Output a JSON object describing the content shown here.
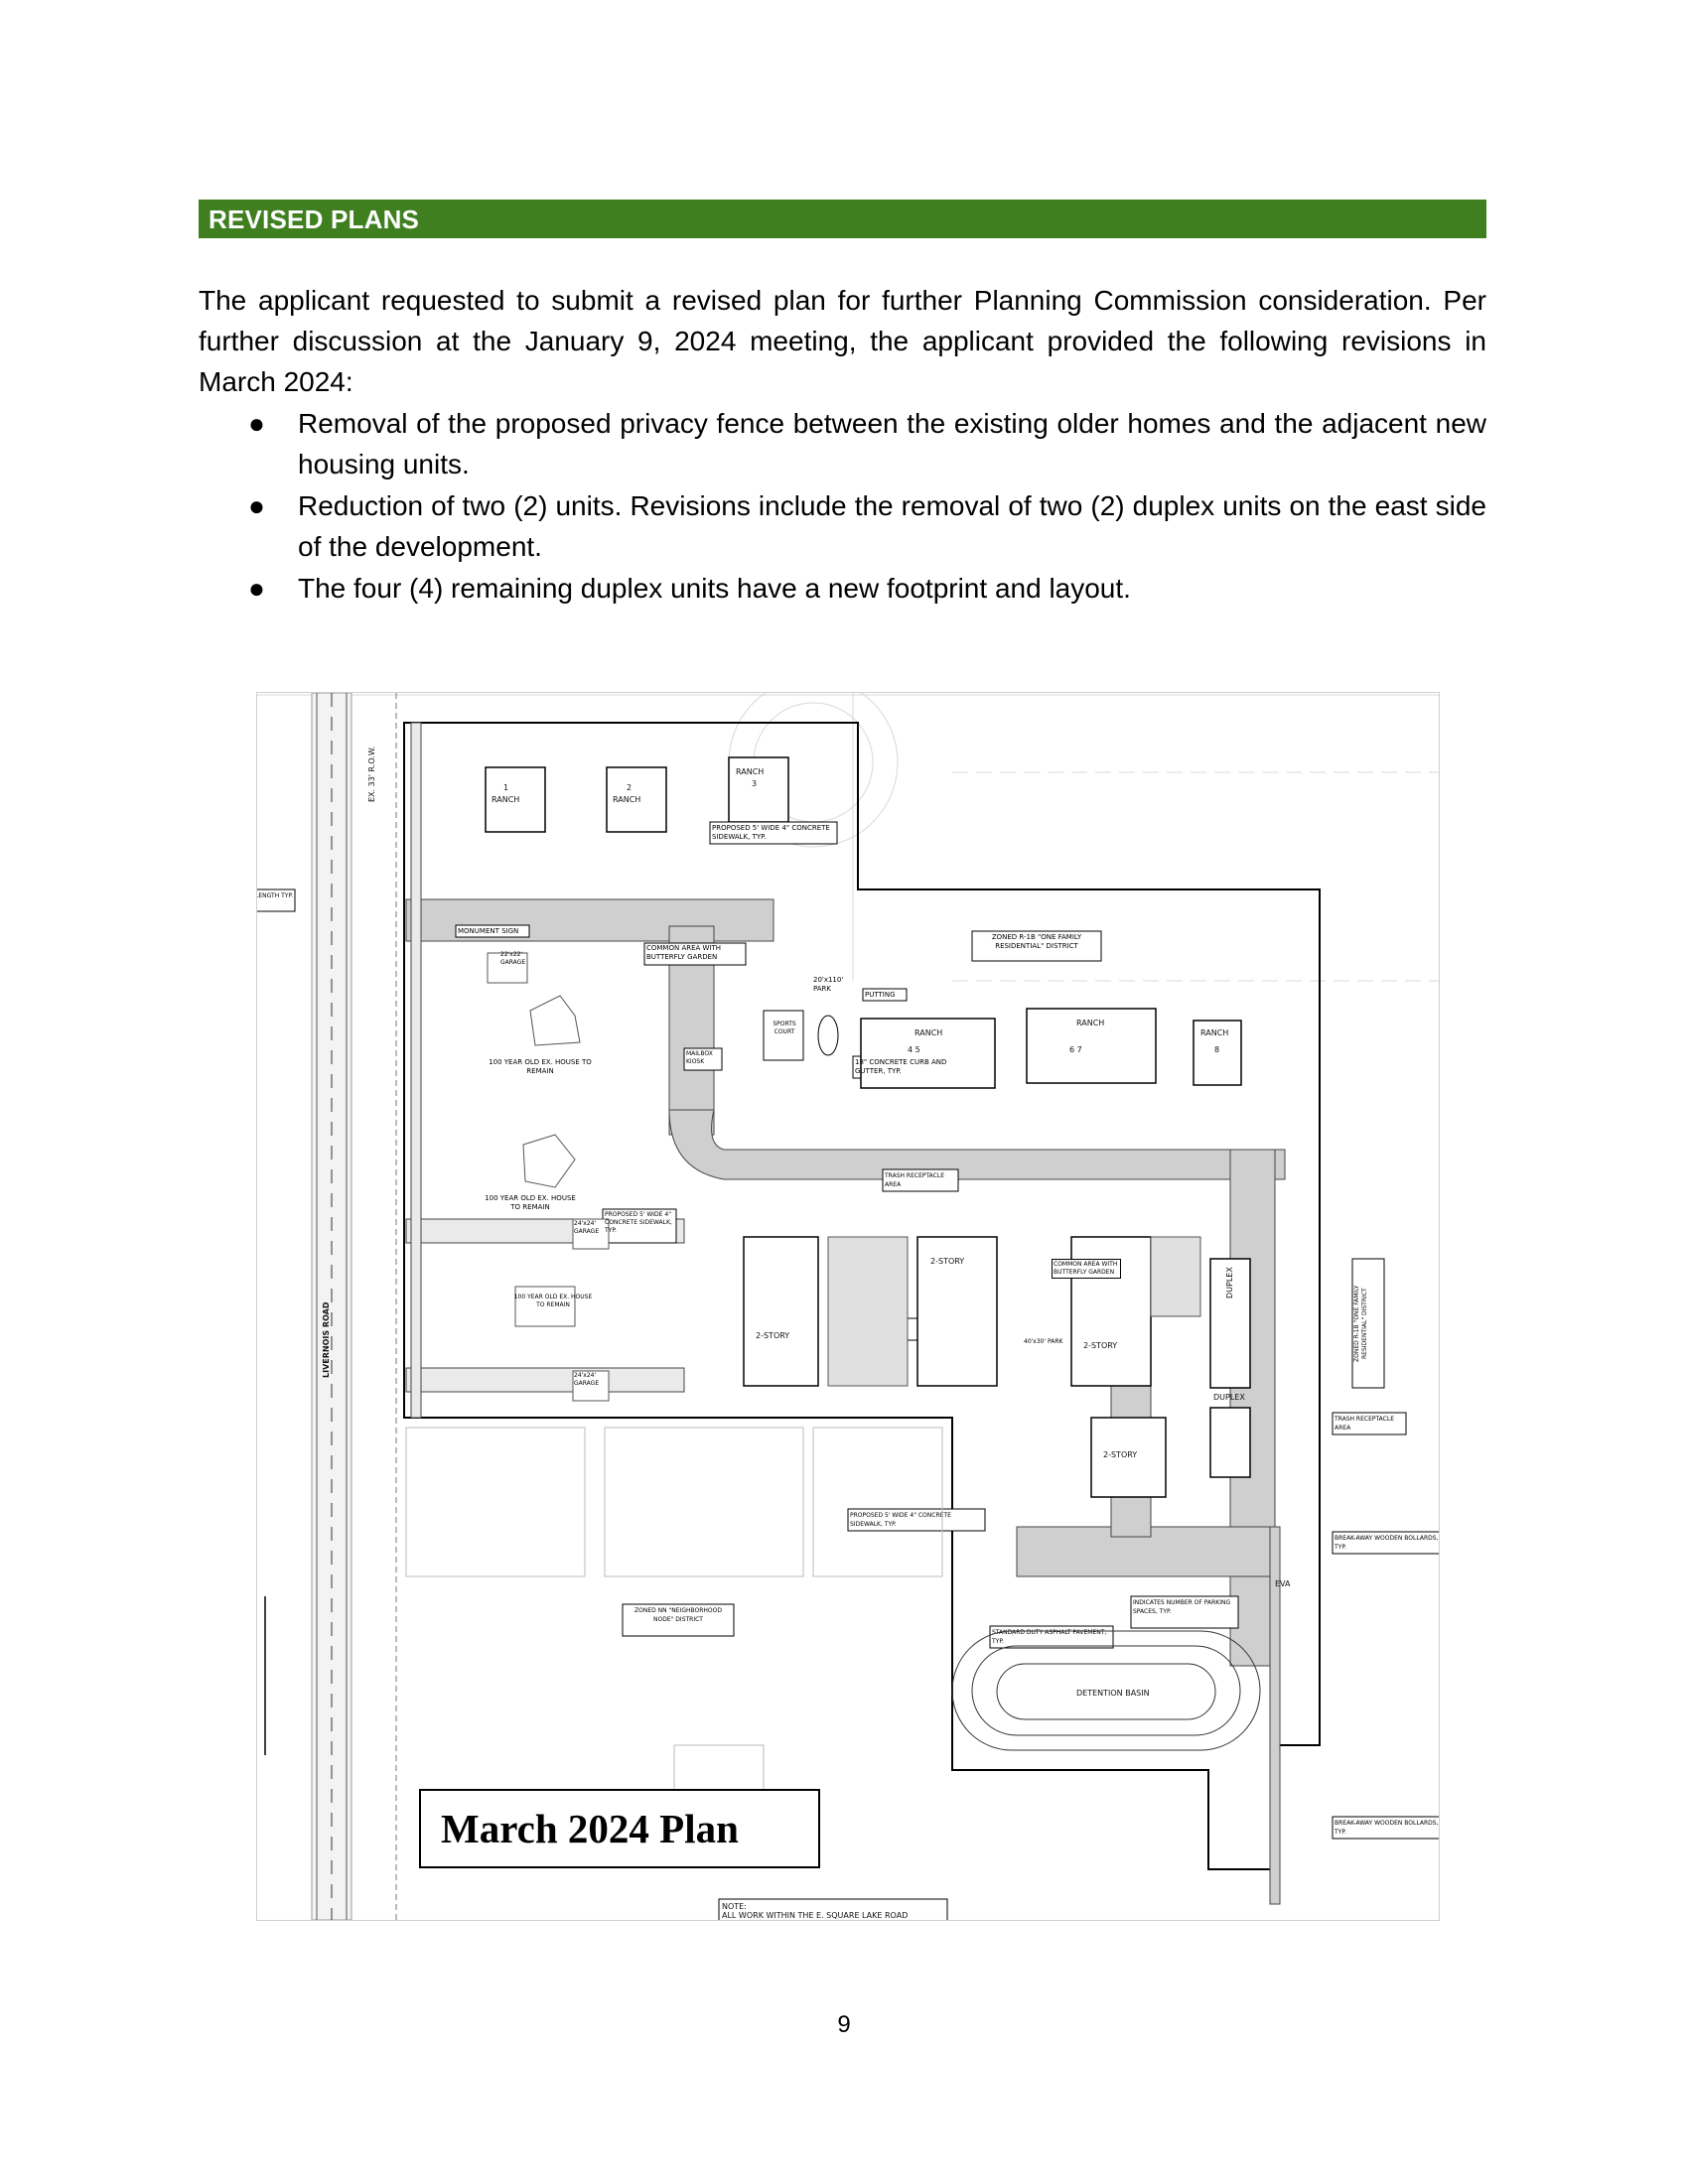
{
  "section": {
    "heading": "REVISED PLANS"
  },
  "intro": {
    "paragraph": "The applicant requested to submit a revised plan for further Planning Commission consideration. Per further discussion at the January 9, 2024 meeting, the applicant provided the following revisions in March 2024:"
  },
  "bullets": [
    "Removal of the proposed privacy fence between the existing older homes and the adjacent new housing units.",
    "Reduction of two (2) units.  Revisions include the removal of two (2) duplex units on the east side of the development.",
    "The four (4) remaining duplex units have a new footprint and layout."
  ],
  "figure": {
    "caption": "March 2024 Plan",
    "labels": {
      "ranch": "RANCH",
      "unit1": "1",
      "unit2": "2",
      "unit3": "3",
      "unit45": "4      5",
      "unit67": "6      7",
      "unit8": "8",
      "sidewalk_top": "PROPOSED 5' WIDE 4\" CONCRETE SIDEWALK, TYP.",
      "monument": "MONUMENT SIGN",
      "common_butterfly": "COMMON AREA WITH BUTTERFLY GARDEN",
      "zoned_r1b_top": "ZONED R-1B \"ONE FAMILY RESIDENTIAL\" DISTRICT",
      "park": "20'x110' PARK",
      "putting": "PUTTING GREEN",
      "sports": "SPORTS COURT",
      "mailbox": "MAILBOX KIOSK",
      "garage1": "22'x22' GARAGE",
      "house1": "100 YEAR OLD EX. HOUSE TO REMAIN",
      "house2": "100 YEAR OLD EX. HOUSE TO REMAIN",
      "house3": "100 YEAR OLD EX. HOUSE TO REMAIN",
      "curb": "18\" CONCRETE CURB AND GUTTER, TYP.",
      "trash1": "TRASH RECEPTACLE AREA",
      "sidewalk_mid": "PROPOSED 5' WIDE 4\" CONCRETE SIDEWALK, TYP.",
      "garage2": "24'x24' GARAGE",
      "garage3": "24'x24' GARAGE",
      "story_a": "2-STORY",
      "story_b": "2-STORY",
      "story_c": "2-STORY",
      "story_d": "2-STORY",
      "common_butterfly2": "COMMON AREA WITH BUTTERFLY GARDEN",
      "park2": "40'x30' PARK",
      "duplex1": "DUPLEX",
      "duplex2": "DUPLEX",
      "zoned_r1b_side": "ZONED R-1B \"ONE FAMILY RESIDENTIAL\" DISTRICT",
      "trash2": "TRASH RECEPTACLE AREA",
      "sidewalk_low": "PROPOSED 5' WIDE 4\" CONCRETE SIDEWALK, TYP.",
      "bollards1": "BREAK-AWAY WOODEN BOLLARDS, TYP.",
      "parking_num": "INDICATES NUMBER OF PARKING SPACES, TYP.",
      "asphalt": "STANDARD DUTY ASPHALT PAVEMENT, TYP.",
      "detention": "DETENTION BASIN",
      "zoned_nn": "ZONED NN \"NEIGHBORHOOD NODE\" DISTRICT",
      "bollards2": "BREAK-AWAY WOODEN BOLLARDS, TYP.",
      "livernois": "LIVERNOIS ROAD",
      "row": "EX. 33' R.O.W.",
      "note": "NOTE:",
      "note2": "ALL WORK WITHIN THE E. SQUARE LAKE ROAD",
      "length": "LENGTH TYP.",
      "eva": "EVA"
    }
  },
  "page": {
    "number": "9"
  }
}
